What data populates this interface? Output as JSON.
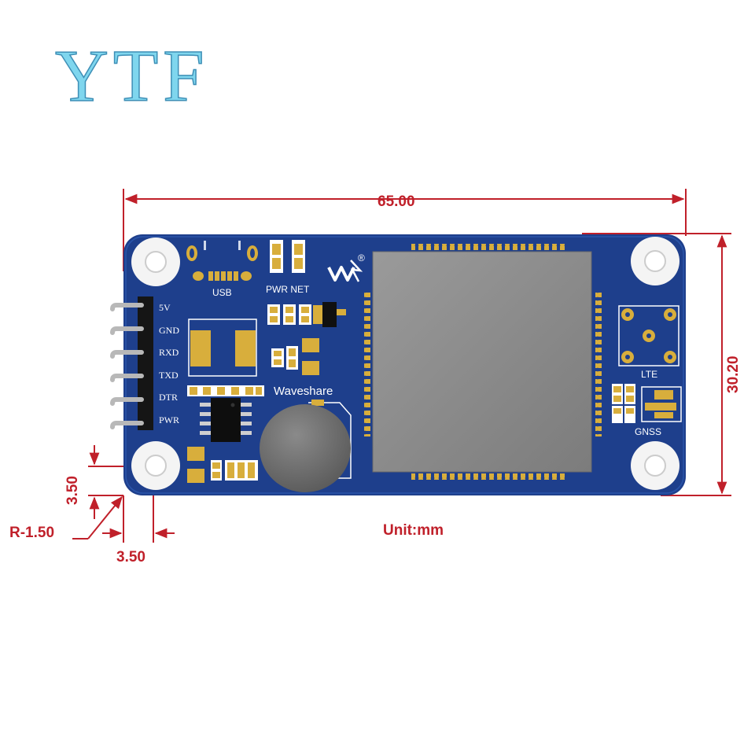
{
  "watermark": {
    "text": "YTF"
  },
  "dimensions": {
    "width": "65.00",
    "height": "30.20",
    "edge_vertical": "3.50",
    "edge_horizontal": "3.50",
    "corner_radius": "R-1.50",
    "unit": "Unit:mm"
  },
  "board": {
    "pin_labels": [
      "5V",
      "GND",
      "RXD",
      "TXD",
      "DTR",
      "PWR"
    ],
    "usb_label": "USB",
    "pwr_net_label": "PWR NET",
    "brand": "Waveshare",
    "logo_mark": "W",
    "registered": "®",
    "lte_label": "LTE",
    "gnss_label": "GNSS"
  },
  "colors": {
    "pcb": "#1e3f8c",
    "dimension": "#c0202a",
    "gold": "#d8ae3c",
    "module": "#8a8a8a"
  }
}
